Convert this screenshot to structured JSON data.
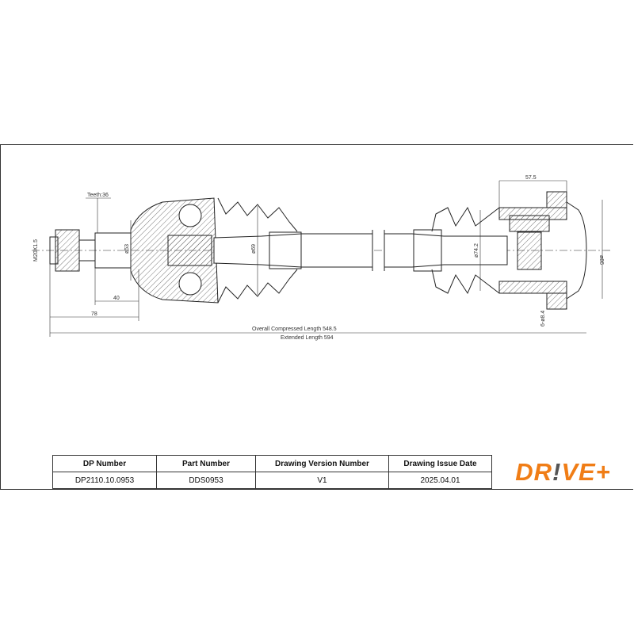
{
  "drawing": {
    "teeth": "Teeth:36",
    "thread": "M20X1.5",
    "d53": "ø53",
    "d69": "ø69",
    "d74": "ø74.2",
    "d86": "ø86",
    "len40": "40",
    "len78": "78",
    "len575": "57.5",
    "bolts": "6-ø8.4",
    "overall": "Overall Compressed Length 548.5",
    "extended": "Extended Length 594"
  },
  "table": {
    "headers": [
      "DP Number",
      "Part Number",
      "Drawing Version Number",
      "Drawing Issue Date"
    ],
    "values": [
      "DP2110.10.0953",
      "DDS0953",
      "V1",
      "2025.04.01"
    ]
  },
  "logo": {
    "text": "DR!VE+",
    "brand_color": "#f07d16"
  }
}
